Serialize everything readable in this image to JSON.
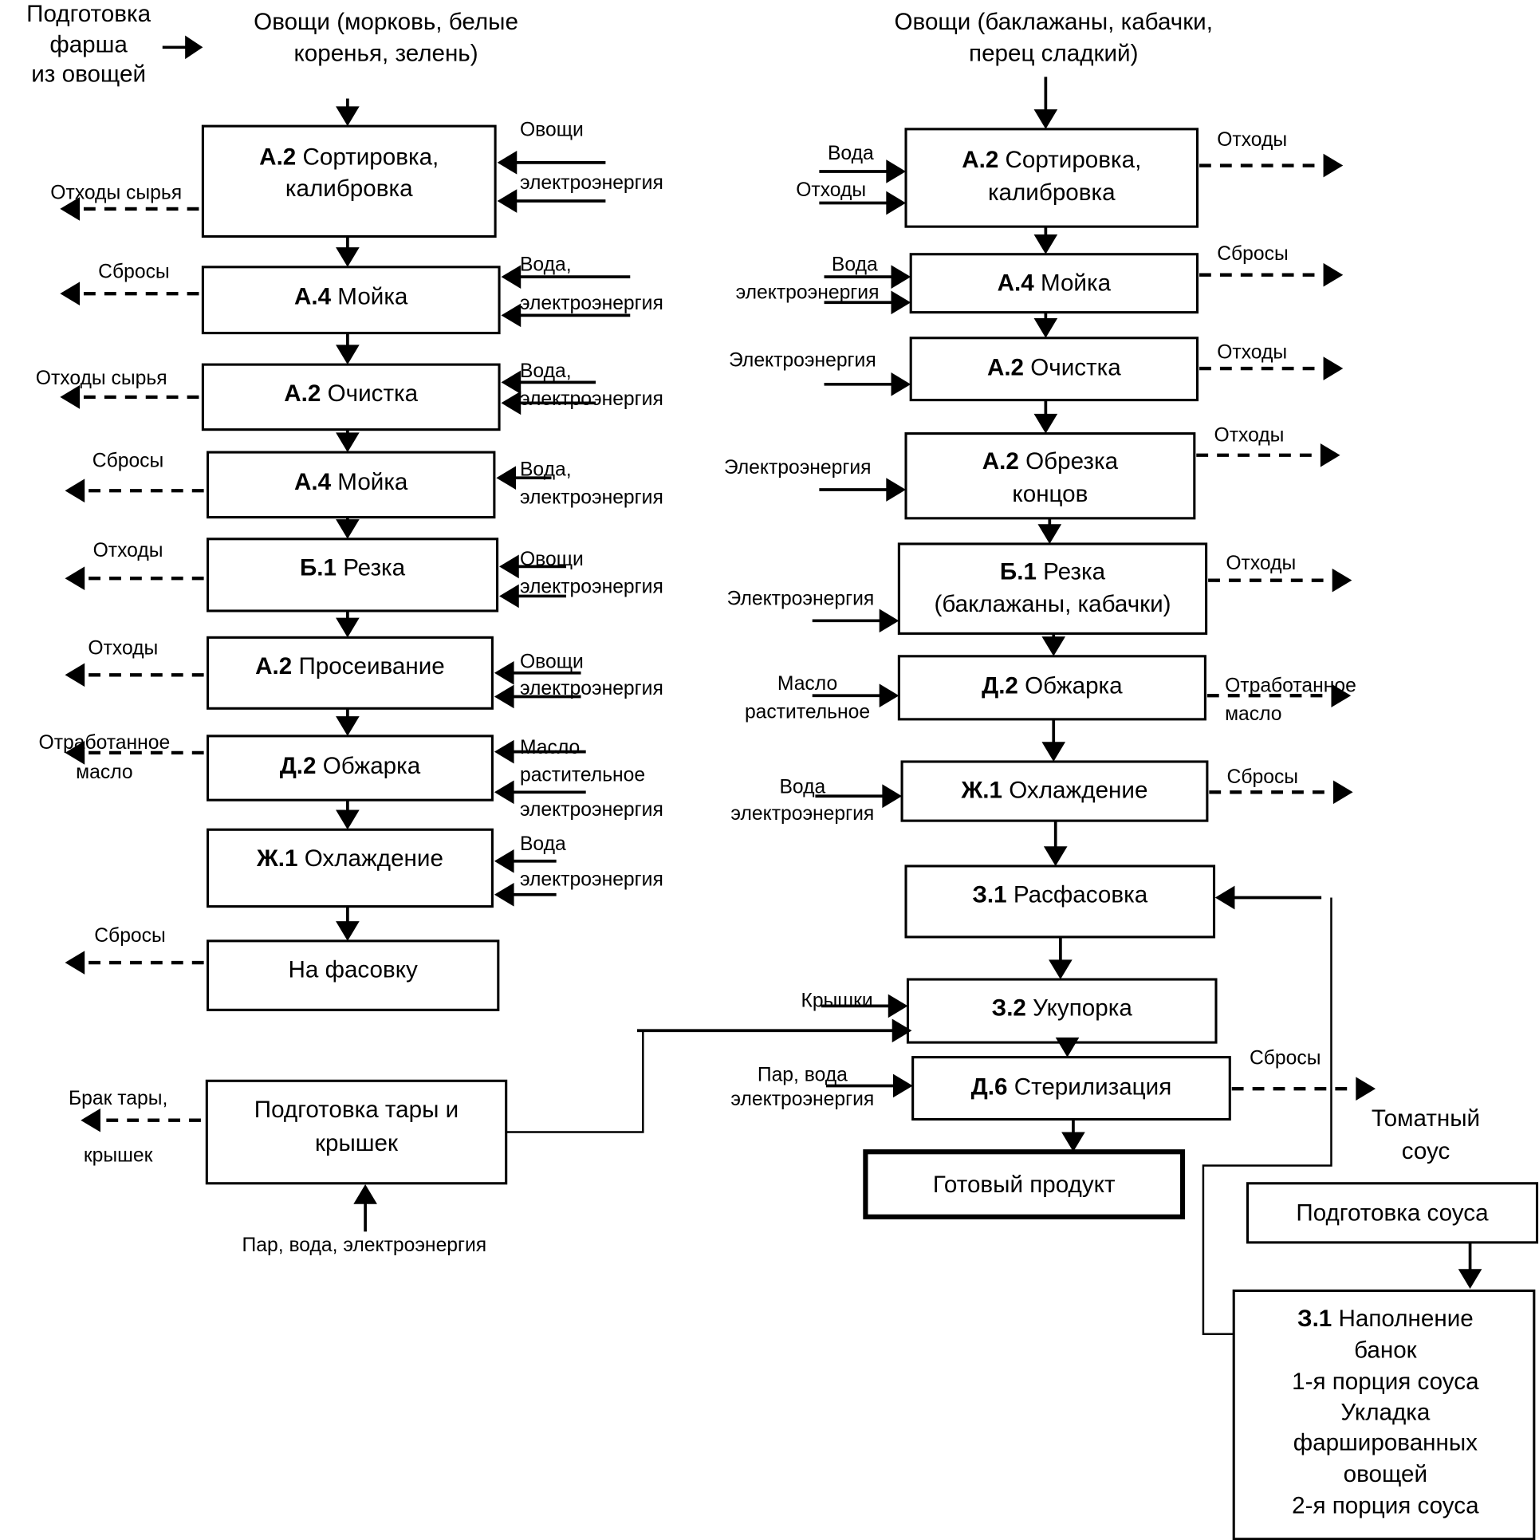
{
  "title_left": {
    "header_lines": [
      "Подготовка",
      "фарша",
      "из овощей"
    ],
    "input_lines": [
      "Овощи (морковь, белые",
      "коренья, зелень)"
    ]
  },
  "title_right": {
    "input_lines": [
      "Овощи (баклажаны, кабачки,",
      "перец сладкий)"
    ]
  },
  "left_chain": [
    {
      "code": "А.2",
      "name": [
        "Сортировка,",
        "калибровка"
      ],
      "inputs": [
        "Овощи",
        "электроэнергия"
      ],
      "output": [
        "Отходы сырья"
      ]
    },
    {
      "code": "А.4",
      "name": [
        "Мойка"
      ],
      "inputs": [
        "Вода,",
        "электроэнергия"
      ],
      "output": [
        "Сбросы"
      ]
    },
    {
      "code": "А.2",
      "name": [
        "Очистка"
      ],
      "inputs": [
        "Вода,",
        "электроэнергия"
      ],
      "output": [
        "Отходы сырья"
      ]
    },
    {
      "code": "А.4",
      "name": [
        "Мойка"
      ],
      "inputs": [
        "Вода,",
        "электроэнергия"
      ],
      "output": [
        "Сбросы"
      ]
    },
    {
      "code": "Б.1",
      "name": [
        "Резка"
      ],
      "inputs": [
        "Овощи",
        "электроэнергия"
      ],
      "output": [
        "Отходы"
      ]
    },
    {
      "code": "А.2",
      "name": [
        "Просеивание"
      ],
      "inputs": [
        "Овощи",
        "электроэнергия"
      ],
      "output": [
        "Отходы"
      ]
    },
    {
      "code": "Д.2",
      "name": [
        "Обжарка"
      ],
      "inputs": [
        "Масло",
        "растительное",
        "электроэнергия"
      ],
      "output": [
        "Отработанное",
        "масло"
      ]
    },
    {
      "code": "Ж.1",
      "name": [
        "Охлаждение"
      ],
      "inputs": [
        "Вода",
        "электроэнергия"
      ],
      "output": []
    },
    {
      "code": "",
      "name": [
        "На фасовку"
      ],
      "inputs": [],
      "output": [
        "Сбросы"
      ]
    }
  ],
  "tare": {
    "name": [
      "Подготовка тары и",
      "крышек"
    ],
    "output": [
      "Брак тары,",
      "крышек"
    ],
    "input": "Пар, вода, электроэнергия"
  },
  "right_chain": [
    {
      "code": "А.2",
      "name": [
        "Сортировка,",
        "калибровка"
      ],
      "inputs": [
        "Вода",
        "Отходы"
      ],
      "output": [
        "Отходы"
      ]
    },
    {
      "code": "А.4",
      "name": [
        "Мойка"
      ],
      "inputs": [
        "Вода",
        "электроэнергия"
      ],
      "output": [
        "Сбросы"
      ]
    },
    {
      "code": "А.2",
      "name": [
        "Очистка"
      ],
      "inputs": [
        "Электроэнергия"
      ],
      "output": [
        "Отходы"
      ]
    },
    {
      "code": "А.2",
      "name": [
        "Обрезка",
        "концов"
      ],
      "inputs": [
        "Электроэнергия"
      ],
      "output": [
        "Отходы"
      ]
    },
    {
      "code": "Б.1",
      "name": [
        "Резка",
        "(баклажаны, кабачки)"
      ],
      "inputs": [
        "Электроэнергия"
      ],
      "output": [
        "Отходы"
      ]
    },
    {
      "code": "Д.2",
      "name": [
        "Обжарка"
      ],
      "inputs": [
        "Масло",
        "растительное"
      ],
      "output": [
        "Отработанное",
        "масло"
      ]
    },
    {
      "code": "Ж.1",
      "name": [
        "Охлаждение"
      ],
      "inputs": [
        "Вода",
        "электроэнергия"
      ],
      "output": [
        "Сбросы"
      ]
    },
    {
      "code": "З.1",
      "name": [
        "Расфасовка"
      ],
      "inputs": [],
      "output": []
    },
    {
      "code": "З.2",
      "name": [
        "Укупорка"
      ],
      "inputs": [
        "Крышки"
      ],
      "output": []
    },
    {
      "code": "Д.6",
      "name": [
        "Стерилизация"
      ],
      "inputs": [
        "Пар, вода",
        "электроэнергия"
      ],
      "output": [
        "Сбросы"
      ]
    }
  ],
  "final_product": "Готовый продукт",
  "sauce": {
    "header_lines": [
      "Томатный",
      "соус"
    ],
    "prep": "Подготовка соуса",
    "fill_code": "З.1",
    "fill_lines": [
      "Наполнение",
      "банок",
      "1-я порция соуса",
      "Укладка",
      "фаршированных",
      "овощей",
      "2-я порция соуса"
    ]
  }
}
